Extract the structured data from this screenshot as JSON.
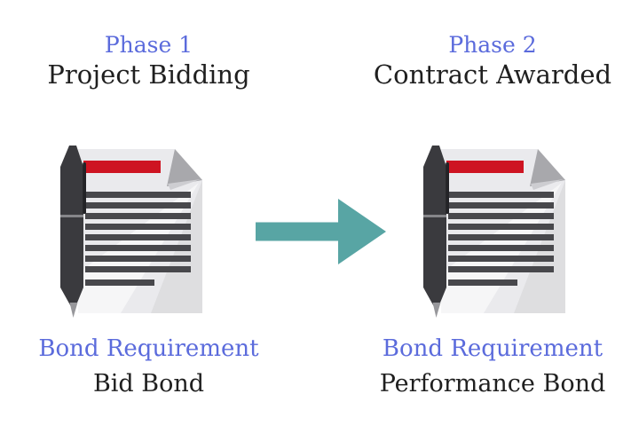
{
  "diagram": {
    "title_context": "Bond requirement phases",
    "left": {
      "phase_label": "Phase 1",
      "phase_title": "Project Bidding",
      "bond_label": "Bond Requirement",
      "bond_type": "Bid Bond",
      "icon": "signed-document-with-pen-icon"
    },
    "right": {
      "phase_label": "Phase 2",
      "phase_title": "Contract Awarded",
      "bond_label": "Bond Requirement",
      "bond_type": "Performance Bond",
      "icon": "signed-document-with-pen-icon"
    },
    "arrow": {
      "icon": "arrow-right-icon",
      "direction": "right"
    },
    "colors": {
      "background": "#ffffff",
      "phase_blue": "#5b6bdc",
      "text_black": "#1f1f1f",
      "arrow_teal": "#58a5a4",
      "document_red_bar": "#ce1422",
      "paper_gray": "#eaeaed",
      "paper_fold_gray": "#a8a8ac",
      "text_line_gray": "#48484c",
      "pen_dark": "#3a3a3e"
    }
  }
}
